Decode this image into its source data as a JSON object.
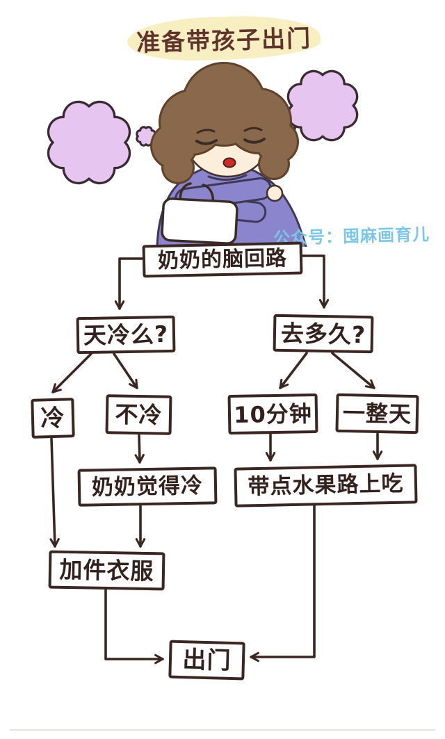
{
  "title": {
    "text": "准备带孩子出门"
  },
  "watermark": {
    "text": "公众号：囤麻画育儿"
  },
  "illustration": {
    "figure": "grandma-arms-crossed-holding-white-handbag",
    "thought_clouds": [
      "large-left",
      "small-left",
      "small-right",
      "large-right"
    ]
  },
  "colors": {
    "outline": "#3a2722",
    "title_text": "#5f332c",
    "title_bg": "#f7eec1",
    "watermark": "#7cc7e6",
    "cloud_fill": "#e6c5f0",
    "sweater": "#8a85cc",
    "hair": "#8a684c",
    "skin": "#fdeedc",
    "mouth": "#cf2b24"
  },
  "flowchart": {
    "nodes": {
      "root": {
        "label": "奶奶的脑回路"
      },
      "cold_q": {
        "label": "天冷么?"
      },
      "duration_q": {
        "label": "去多久?"
      },
      "cold": {
        "label": "冷"
      },
      "not_cold": {
        "label": "不冷"
      },
      "ten_minutes": {
        "label": "10分钟"
      },
      "whole_day": {
        "label": "一整天"
      },
      "grandma_feels_cold": {
        "label": "奶奶觉得冷"
      },
      "bring_fruit": {
        "label": "带点水果路上吃"
      },
      "add_clothes": {
        "label": "加件衣服"
      },
      "go_out": {
        "label": "出门"
      }
    },
    "edges": [
      {
        "from": "root",
        "to": "cold_q"
      },
      {
        "from": "root",
        "to": "duration_q"
      },
      {
        "from": "cold_q",
        "to": "cold"
      },
      {
        "from": "cold_q",
        "to": "not_cold"
      },
      {
        "from": "duration_q",
        "to": "ten_minutes"
      },
      {
        "from": "duration_q",
        "to": "whole_day"
      },
      {
        "from": "cold",
        "to": "add_clothes"
      },
      {
        "from": "not_cold",
        "to": "grandma_feels_cold"
      },
      {
        "from": "grandma_feels_cold",
        "to": "add_clothes"
      },
      {
        "from": "ten_minutes",
        "to": "bring_fruit"
      },
      {
        "from": "whole_day",
        "to": "bring_fruit"
      },
      {
        "from": "add_clothes",
        "to": "go_out"
      },
      {
        "from": "bring_fruit",
        "to": "go_out"
      }
    ]
  }
}
